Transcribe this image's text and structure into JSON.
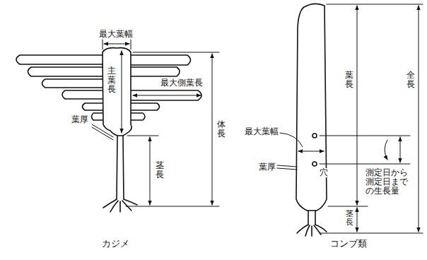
{
  "diagram": {
    "labels": [
      "最大葉幅",
      "主葉長",
      "最大側葉長",
      "体長",
      "葉厚",
      "茎長",
      "カジメ",
      "葉長",
      "全長",
      "最大葉幅",
      "葉厚",
      "穴",
      "測定日から 測定日まで の生長量",
      "茎長",
      "コンブ類"
    ]
  }
}
